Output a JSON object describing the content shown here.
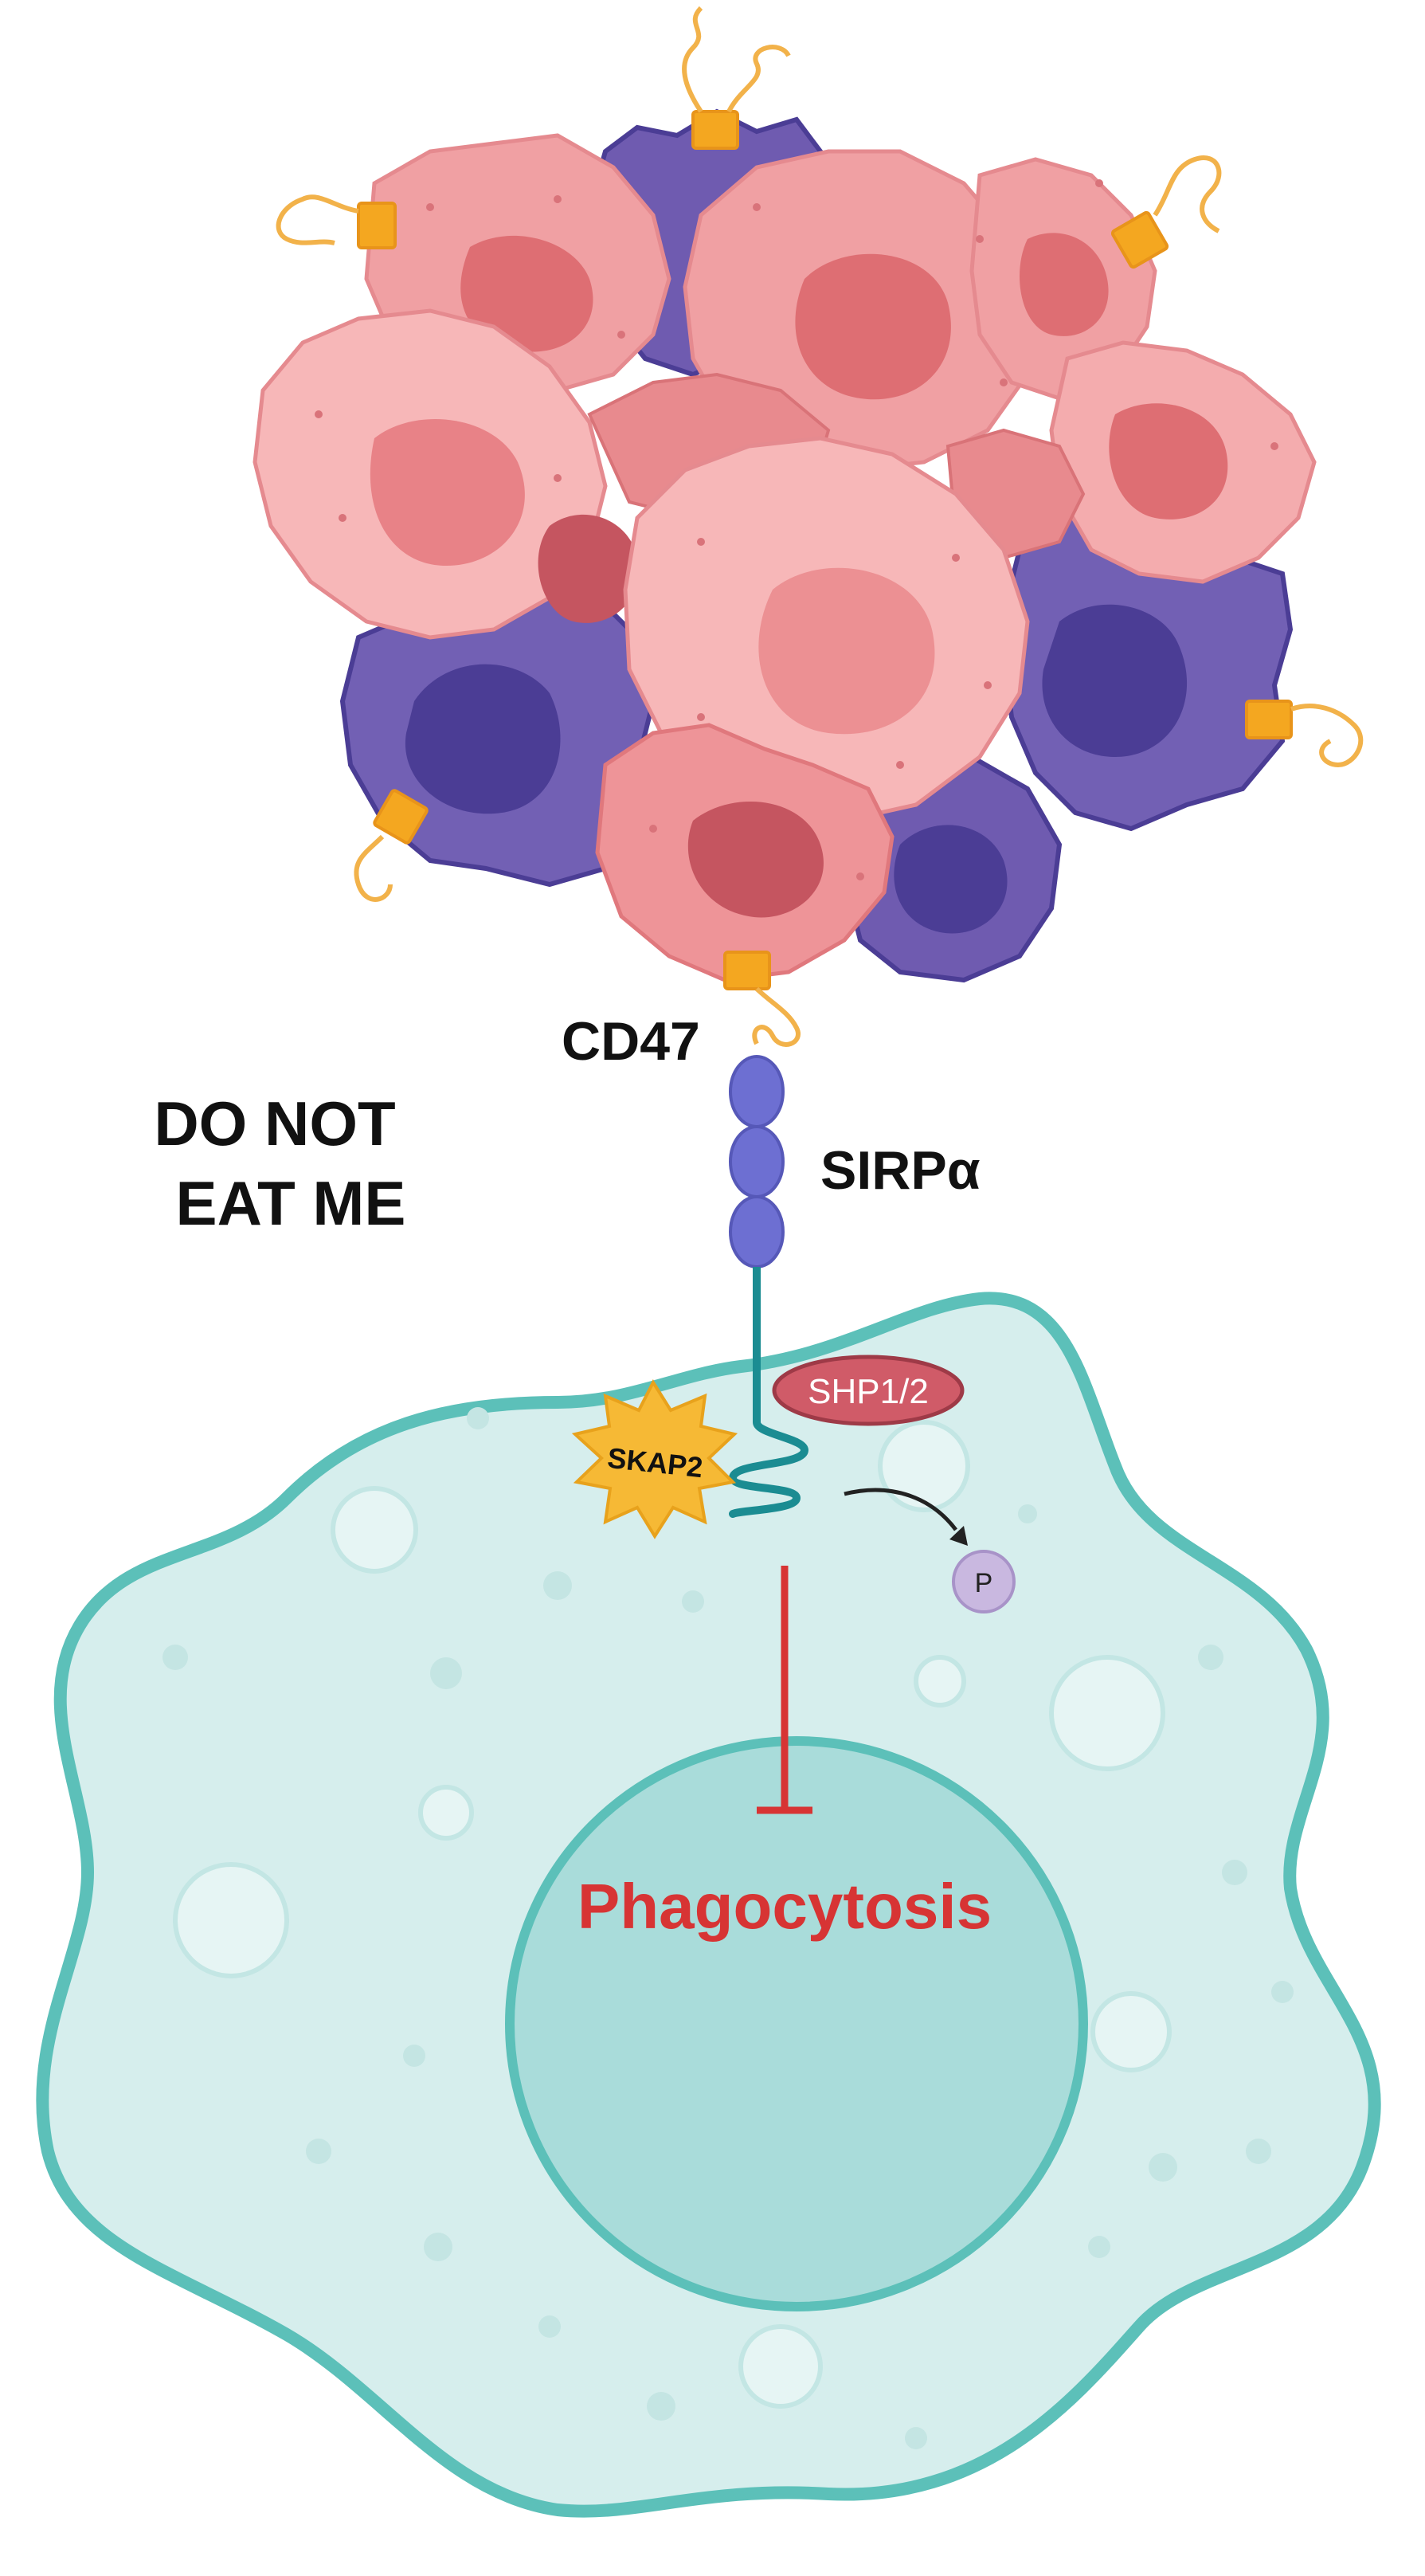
{
  "labels": {
    "cd47": "CD47",
    "dont_eat_line1": "DO NOT",
    "dont_eat_line2": "EAT ME",
    "sirpa": "SIRPα",
    "shp": "SHP1/2",
    "skap2": "SKAP2",
    "phospho": "P",
    "phagocytosis": "Phagocytosis"
  },
  "colors": {
    "tumor_pink": "#f0a0a3",
    "tumor_pink_light": "#f7b7b8",
    "tumor_nucleus": "#de6e73",
    "tumor_purple": "#6f5bb0",
    "tumor_purple_nucleus": "#4b3d95",
    "cd47_receptor": "#f4a720",
    "sirpa_domains": "#6d6fd2",
    "macrophage_fill": "#d6eeed",
    "macrophage_outline": "#5cc0b9",
    "nucleus_fill": "#a9dcda",
    "shp_fill": "#d05b68",
    "skap2_fill": "#f6b935",
    "phospho_fill": "#c9b8e0",
    "inhibition_red": "#d73434",
    "text_dark": "#111111"
  }
}
